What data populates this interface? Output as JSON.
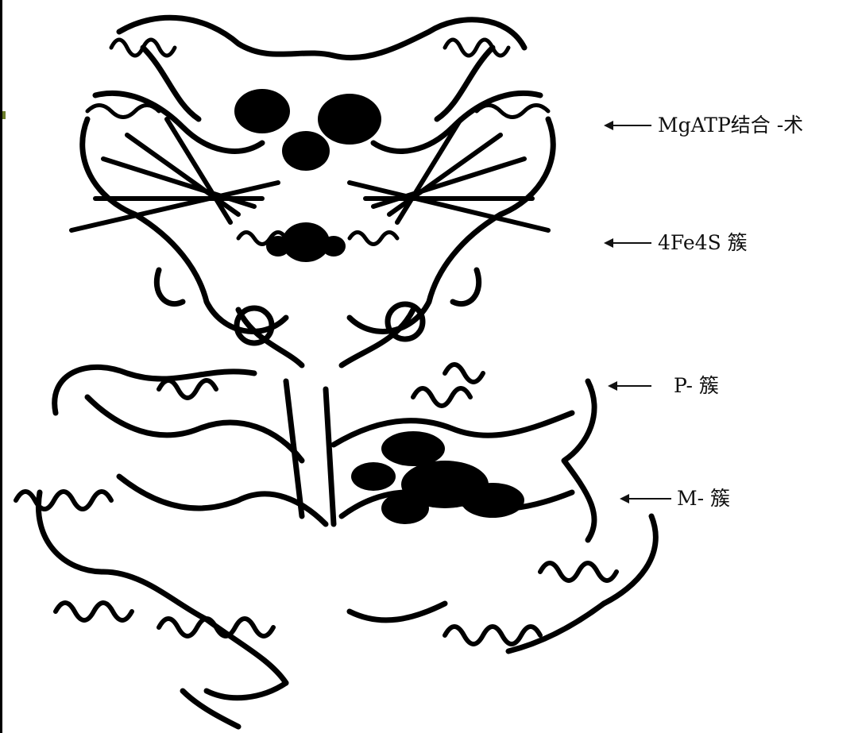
{
  "figure": {
    "icon": "nitrogenase-protein-ribbon-structure",
    "line_color": "#000000",
    "background": "#ffffff"
  },
  "annotations": [
    {
      "id": "mgatp",
      "text": "MgATP结合 -术"
    },
    {
      "id": "fe4s4",
      "text": "4Fe4S 簇"
    },
    {
      "id": "p-cluster",
      "text": "P- 簇"
    },
    {
      "id": "m-cluster",
      "text": "M- 簇"
    }
  ]
}
